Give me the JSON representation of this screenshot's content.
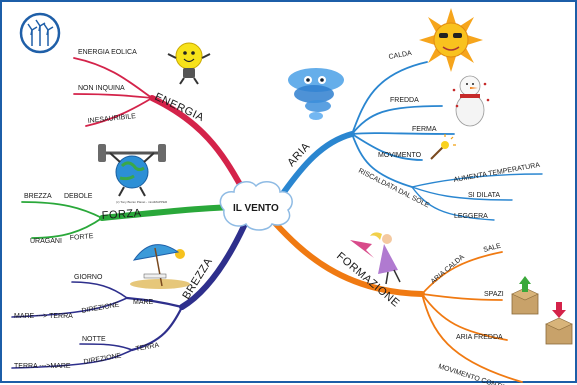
{
  "center": "IL VENTO",
  "colors": {
    "energia": "#d4234a",
    "aria": "#2a86d0",
    "forza": "#2aa83a",
    "brezza": "#2e2f8c",
    "formazione": "#f07a12",
    "frame": "#1c5ea8"
  },
  "energia": {
    "title": "ENERGIA",
    "items": [
      "ENERGIA EOLICA",
      "NON INQUINA",
      "INESAURIBILE"
    ]
  },
  "aria": {
    "title": "ARIA",
    "items": [
      "CALDA",
      "FREDDA",
      "FERMA",
      "MOVIMENTO",
      "RISCALDATA DAL SOLE"
    ],
    "sub": [
      "AUMENTA TEMPERATURA",
      "SI DILATA",
      "LEGGERA"
    ]
  },
  "forza": {
    "title": "FORZA",
    "items": [
      "BREZZA",
      "DEBOLE",
      "URAGANI",
      "FORTE"
    ]
  },
  "brezza": {
    "title": "BREZZA",
    "mare": {
      "label": "MARE",
      "items": [
        "GIORNO",
        "DIREZIONE",
        "MARE ---> TERRA"
      ]
    },
    "terra": {
      "label": "TERRA",
      "items": [
        "NOTTE",
        "DIREZIONE",
        "TERRA --->MARE"
      ]
    }
  },
  "formazione": {
    "title": "FORMAZIONE",
    "items": [
      "ARIA CALDA",
      "SALE",
      "SPAZI",
      "ARIA FREDDA",
      "MOVIMENTO CONTINUO"
    ]
  },
  "icons": [
    "wind-turbine-icon",
    "lightbulb-icon",
    "sun-icon",
    "snowman-icon",
    "tornado-icon",
    "sparkle-icon",
    "weightlifter-globe-icon",
    "beach-umbrella-icon",
    "windblown-woman-icon",
    "box-up-icon",
    "box-down-icon"
  ],
  "credit": "(c) Tony Buzan Planet - mindMAPPER"
}
